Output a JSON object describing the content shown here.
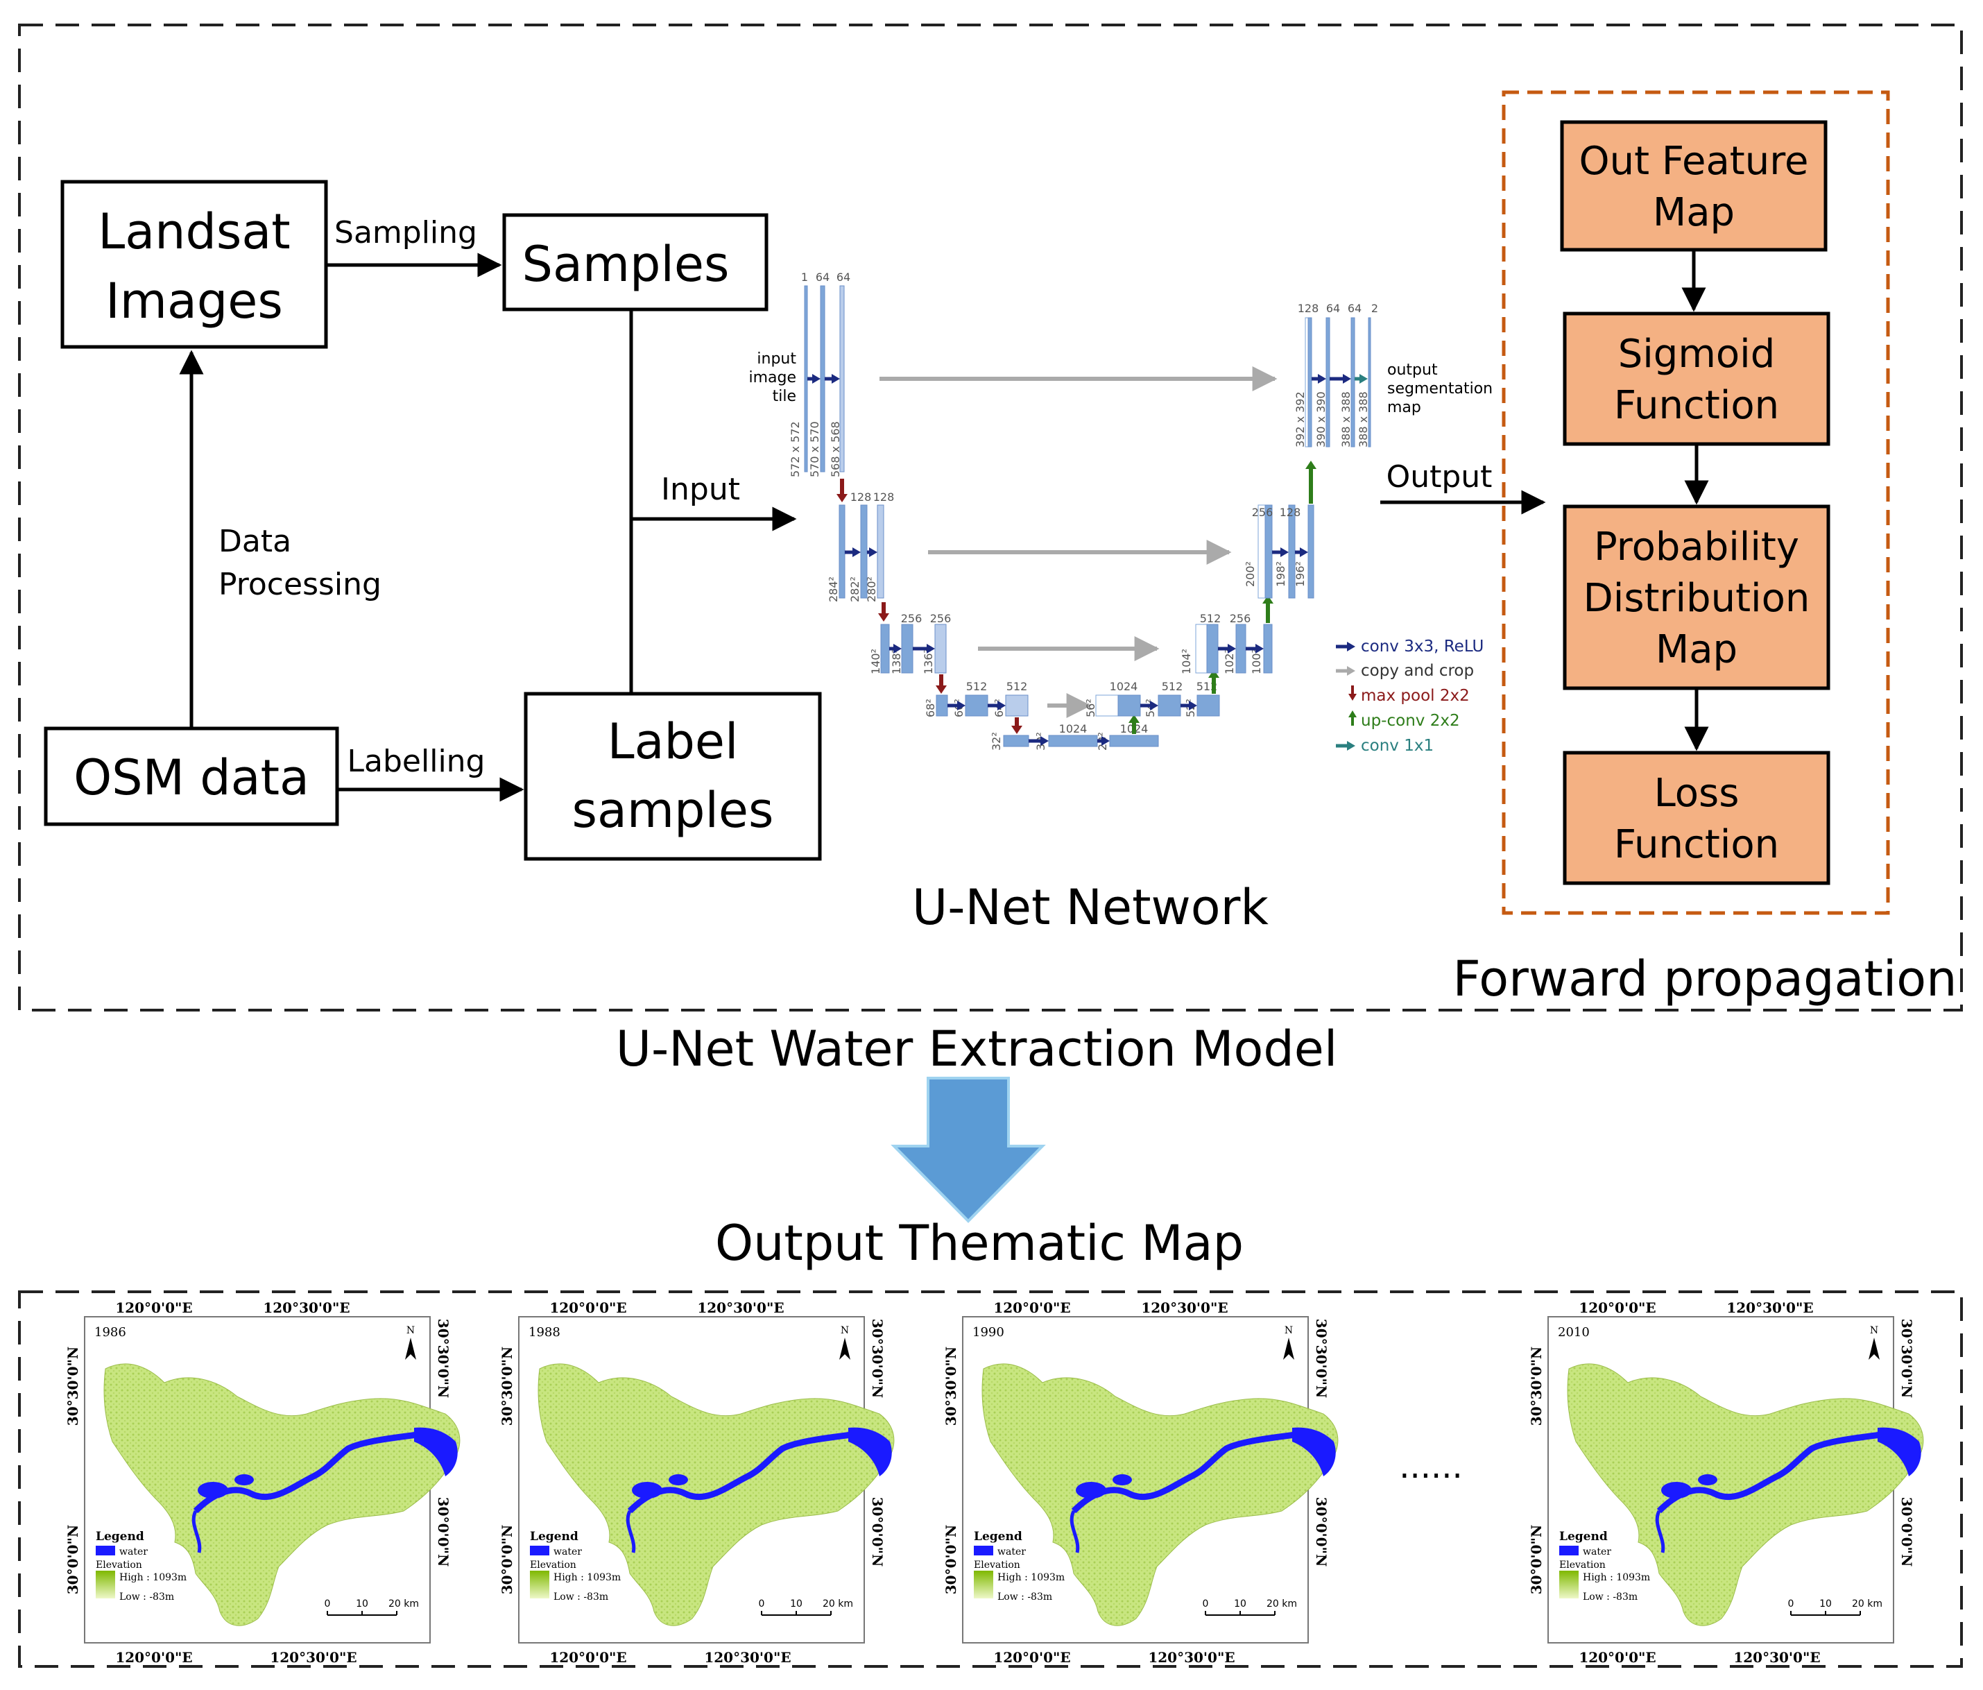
{
  "top": {
    "landsat": [
      "Landsat",
      "Images"
    ],
    "samples": "Samples",
    "osm": "OSM data",
    "label_samples": [
      "Label",
      "samples"
    ],
    "sampling": "Sampling",
    "labelling": "Labelling",
    "data_processing": [
      "Data",
      "Processing"
    ],
    "input": "Input",
    "output": "Output",
    "unet_network": "U-Net Network",
    "forward_propagation": "Forward propagation",
    "forward_steps": [
      [
        "Out Feature",
        "Map"
      ],
      [
        "Sigmoid",
        "Function"
      ],
      [
        "Probability",
        "Distribution",
        "Map"
      ],
      [
        "Loss",
        "Function"
      ]
    ]
  },
  "unet": {
    "input_label": [
      "input",
      "image",
      "tile"
    ],
    "output_label": [
      "output",
      "segmentation",
      "map"
    ],
    "enc1": {
      "channels": [
        "1",
        "64",
        "64"
      ],
      "sizes": [
        "572 x 572",
        "570 x 570",
        "568 x 568"
      ]
    },
    "enc2": {
      "channels": [
        "128",
        "128"
      ],
      "sizes": [
        "284²",
        "282²",
        "280²"
      ]
    },
    "enc3": {
      "channels": [
        "256",
        "256"
      ],
      "sizes": [
        "140²",
        "138²",
        "136²"
      ]
    },
    "enc4": {
      "channels": [
        "512",
        "512"
      ],
      "sizes": [
        "68²",
        "66²",
        "64²"
      ]
    },
    "bottom": {
      "channels": [
        "1024",
        "1024"
      ],
      "sizes": [
        "32²",
        "30²",
        "28²"
      ]
    },
    "dec4": {
      "channels": [
        "1024",
        "512",
        "512"
      ],
      "sizes": [
        "56²",
        "54²",
        "52²"
      ]
    },
    "dec3": {
      "channels": [
        "512",
        "256"
      ],
      "sizes": [
        "104²",
        "102²",
        "100²"
      ]
    },
    "dec2": {
      "channels": [
        "256",
        "128"
      ],
      "sizes": [
        "200²",
        "198²",
        "196²"
      ]
    },
    "dec1": {
      "channels": [
        "128",
        "64",
        "64",
        "2"
      ],
      "sizes": [
        "392 x 392",
        "390 x 390",
        "388 x 388",
        "388 x 388"
      ]
    },
    "legend": [
      {
        "text": "conv 3x3, ReLU",
        "color": "#1b2a80"
      },
      {
        "text": "copy and crop",
        "color": "#333333"
      },
      {
        "text": "max pool 2x2",
        "color": "#8b1a1a"
      },
      {
        "text": "up-conv 2x2",
        "color": "#2e7d1a"
      },
      {
        "text": "conv 1x1",
        "color": "#2a7f7f"
      }
    ]
  },
  "model_title": "U-Net Water Extraction Model",
  "output_title": "Output Thematic Map",
  "ellipsis": "......",
  "maps": [
    {
      "year": "1986"
    },
    {
      "year": "1988"
    },
    {
      "year": "1990"
    },
    {
      "year": "2010"
    }
  ],
  "map_common": {
    "lon_left": "120°0'0\"E",
    "lon_right": "120°30'0\"E",
    "lat_top": "30°30'0\"N",
    "lat_bottom": "30°0'0\"N",
    "north": "N",
    "legend_title": "Legend",
    "water": "water",
    "elevation": "Elevation",
    "high": "High : 1093m",
    "low": "Low : -83m",
    "scale_ticks": [
      "0",
      "10",
      "20 km"
    ]
  },
  "colors": {
    "box_fill": "#f4b183",
    "dash_orange": "#c55a11",
    "arrow_blue": "#5b9bd5",
    "block_blue": "#7ea6d8",
    "water": "#1a1aff",
    "land": "#c8e680"
  }
}
